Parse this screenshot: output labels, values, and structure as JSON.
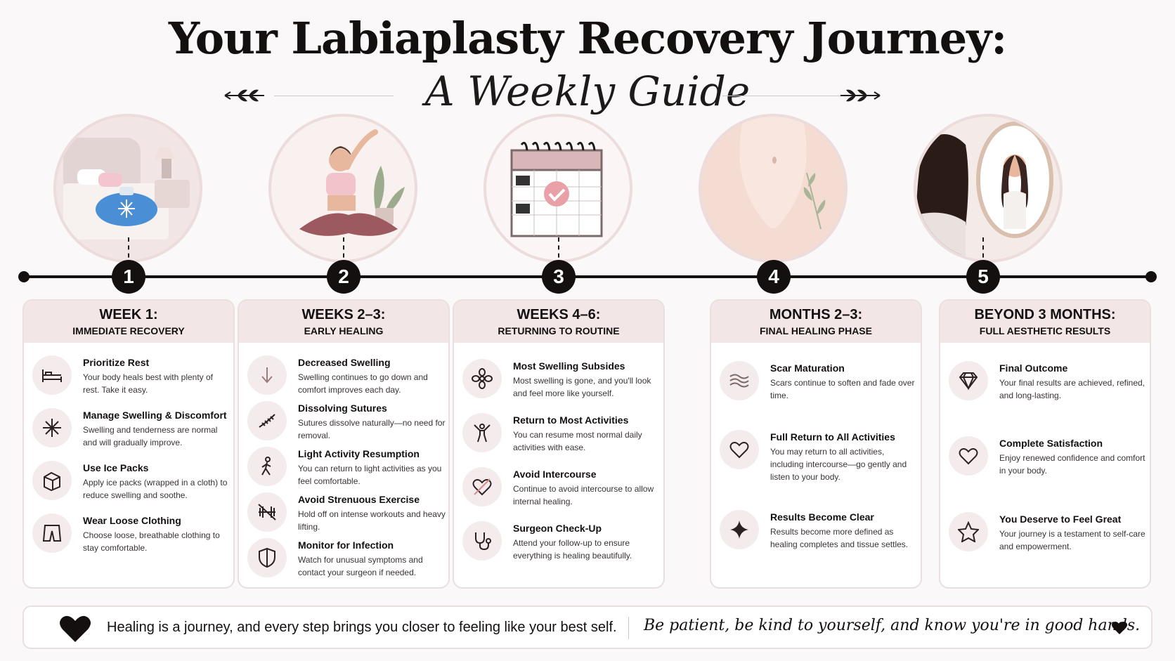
{
  "title": "Your Labiaplasty Recovery Journey:",
  "subtitle": "A Weekly Guide",
  "stages": [
    {
      "number": "1",
      "heading": "WEEK 1:",
      "subheading": "IMMEDIATE RECOVERY",
      "illustration": "bed-ice-pack",
      "items": [
        {
          "icon": "bed-icon",
          "title": "Prioritize Rest",
          "desc": "Your body heals best with plenty of rest. Take it easy."
        },
        {
          "icon": "snowflake-icon",
          "title": "Manage Swelling & Discomfort",
          "desc": "Swelling and tenderness are normal and will gradually improve."
        },
        {
          "icon": "ice-cube-icon",
          "title": "Use Ice Packs",
          "desc": "Apply ice packs (wrapped in a cloth) to reduce swelling and soothe."
        },
        {
          "icon": "shorts-icon",
          "title": "Wear Loose Clothing",
          "desc": "Choose loose, breathable clothing to stay comfortable."
        }
      ]
    },
    {
      "number": "2",
      "heading": "WEEKS 2–3:",
      "subheading": "EARLY HEALING",
      "illustration": "woman-stretching",
      "items": [
        {
          "icon": "down-arrow-icon",
          "title": "Decreased Swelling",
          "desc": "Swelling continues to go down and comfort improves each day."
        },
        {
          "icon": "sutures-icon",
          "title": "Dissolving Sutures",
          "desc": "Sutures dissolve naturally—no need for removal."
        },
        {
          "icon": "walking-icon",
          "title": "Light Activity Resumption",
          "desc": "You can return to light activities as you feel comfortable."
        },
        {
          "icon": "no-dumbbell-icon",
          "title": "Avoid Strenuous Exercise",
          "desc": "Hold off on intense workouts and heavy lifting."
        },
        {
          "icon": "shield-icon",
          "title": "Monitor for Infection",
          "desc": "Watch for unusual symptoms and contact your surgeon if needed."
        }
      ]
    },
    {
      "number": "3",
      "heading": "WEEKS 4–6:",
      "subheading": "RETURNING TO ROUTINE",
      "illustration": "calendar-check",
      "items": [
        {
          "icon": "flower-icon",
          "title": "Most Swelling Subsides",
          "desc": "Most swelling is gone, and you'll look and feel more like yourself."
        },
        {
          "icon": "person-arms-up-icon",
          "title": "Return to Most Activities",
          "desc": "You can resume most normal daily activities with ease."
        },
        {
          "icon": "crossed-heart-icon",
          "title": "Avoid Intercourse",
          "desc": "Continue to avoid intercourse to allow internal healing."
        },
        {
          "icon": "stethoscope-icon",
          "title": "Surgeon Check-Up",
          "desc": "Attend your follow-up to ensure everything is healing beautifully."
        }
      ]
    },
    {
      "number": "4",
      "heading": "MONTHS 2–3:",
      "subheading": "FINAL HEALING PHASE",
      "illustration": "torso-leaf",
      "items": [
        {
          "icon": "waves-icon",
          "title": "Scar Maturation",
          "desc": "Scars continue to soften and fade over time."
        },
        {
          "icon": "heart-icon",
          "title": "Full Return to All Activities",
          "desc": "You may return to all activities, including intercourse—go gently and listen to your body."
        },
        {
          "icon": "sparkle-icon",
          "title": "Results Become Clear",
          "desc": "Results become more defined as healing completes and tissue settles."
        }
      ]
    },
    {
      "number": "5",
      "heading": "BEYOND 3 MONTHS:",
      "subheading": "FULL AESTHETIC RESULTS",
      "illustration": "woman-mirror",
      "items": [
        {
          "icon": "diamond-icon",
          "title": "Final Outcome",
          "desc": "Your final results are achieved, refined, and long-lasting."
        },
        {
          "icon": "heart-icon",
          "title": "Complete Satisfaction",
          "desc": "Enjoy renewed confidence and comfort in your body."
        },
        {
          "icon": "star-icon",
          "title": "You Deserve to Feel Great",
          "desc": "Your journey is a testament to self-care and empowerment."
        }
      ]
    }
  ],
  "footer": {
    "left_text": "Healing is a journey, and every step brings you closer to feeling like your best self.",
    "right_text": "Be patient, be kind to yourself, and know you're in good hands."
  },
  "colors": {
    "accent": "#141010",
    "card_header": "#f2e7e6",
    "icon_bg": "#f4ecec",
    "background": "#faf8f8"
  }
}
